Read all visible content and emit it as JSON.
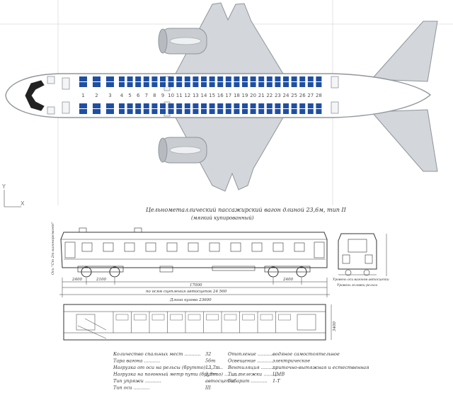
{
  "aircraft": {
    "row_numbers": [
      "1",
      "2",
      "3",
      "4",
      "5",
      "6",
      "7",
      "8",
      "9",
      "10",
      "11",
      "12",
      "13",
      "14",
      "15",
      "16",
      "17",
      "18",
      "19",
      "20",
      "21",
      "22",
      "23",
      "24",
      "25",
      "26",
      "27",
      "28"
    ],
    "seat_color": "#1f4fa3"
  },
  "axes": {
    "y_label": "Y",
    "x_label": "X"
  },
  "wagon": {
    "title_line1": "Цельнометаллический пассажирский вагон длиной 23,6м, тип II",
    "title_line2": "(мягкий купированный)",
    "side_label": "Ось \"Ст 2m вагоноремонт\"",
    "dims": {
      "d1": "2400",
      "d2": "2100",
      "d3": "2400",
      "span": "17000",
      "coupler_span": "по осям сцепления автосцепок 24 560",
      "body_length": "Длина кузова 23600",
      "height": "3400",
      "right_note1": "Уровень оси вагонов автосцепки",
      "right_note2": "Уровень головки рельса"
    }
  },
  "specs": {
    "left": [
      {
        "label": "Количество спальных мест",
        "value": "32"
      },
      {
        "label": "Тара вагона",
        "value": "56т"
      },
      {
        "label": "Нагрузка от оси на рельсы (брутто)",
        "value": "13,7т"
      },
      {
        "label": "Нагрузка на погонный метр пути (брутто)",
        "value": "2,3т"
      },
      {
        "label": "Тип упряжи",
        "value": "автосцепка"
      },
      {
        "label": "Тип оси",
        "value": "III"
      }
    ],
    "right": [
      {
        "label": "Отопление",
        "value": "водяное самостоятельное"
      },
      {
        "label": "Освещение",
        "value": "электрическое"
      },
      {
        "label": "Вентиляция",
        "value": "приточно-вытяжная и естественная"
      },
      {
        "label": "Тип тележки",
        "value": "ЦМВ"
      },
      {
        "label": "Габарит",
        "value": "1-Т"
      }
    ]
  }
}
